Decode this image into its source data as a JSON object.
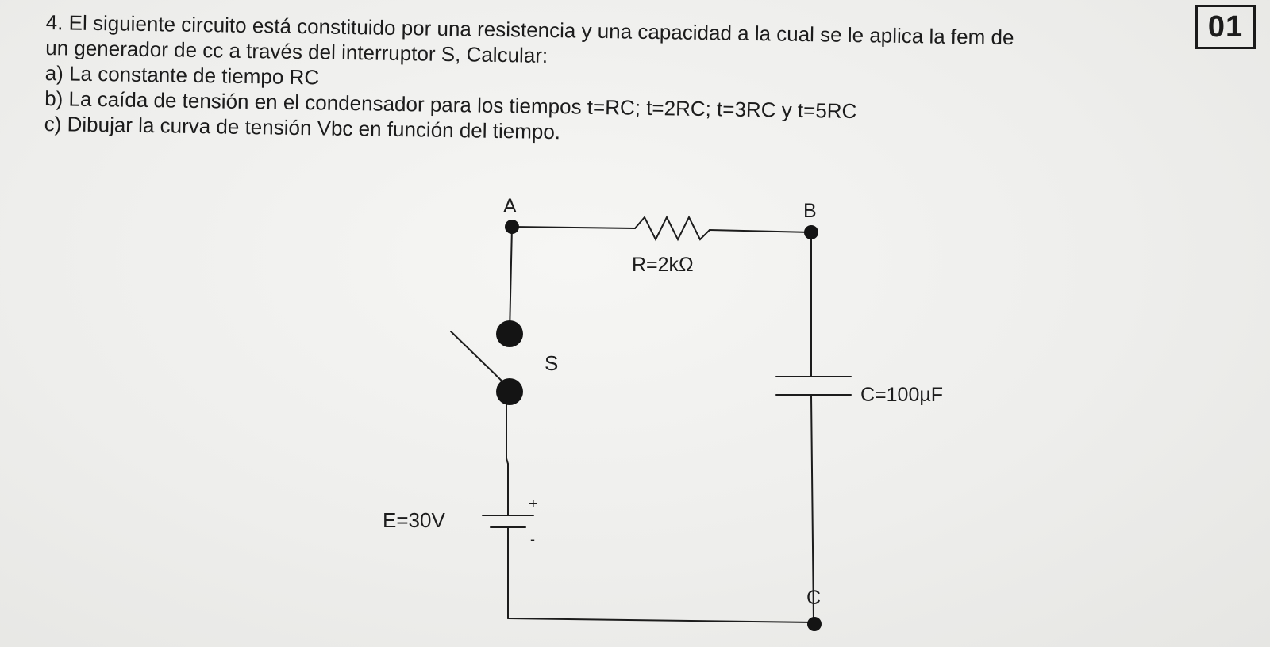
{
  "page_number": "01",
  "problem": {
    "intro_1": "4. El siguiente circuito está constituido por una resistencia y una capacidad a la cual se le aplica la fem de",
    "intro_2": "un generador de cc a través del interruptor S, Calcular:",
    "item_a": "a) La constante de tiempo RC",
    "item_b": "b) La caída de tensión en el condensador para los tiempos t=RC; t=2RC; t=3RC y t=5RC",
    "item_c": "c) Dibujar la curva de tensión Vbc en función del tiempo."
  },
  "circuit": {
    "node_a": "A",
    "node_b": "B",
    "node_c": "C",
    "switch_label": "S",
    "resistor_label": "R=2kΩ",
    "capacitor_label": "C=100µF",
    "source_label": "E=30V",
    "source_plus": "+",
    "source_minus": "-"
  }
}
